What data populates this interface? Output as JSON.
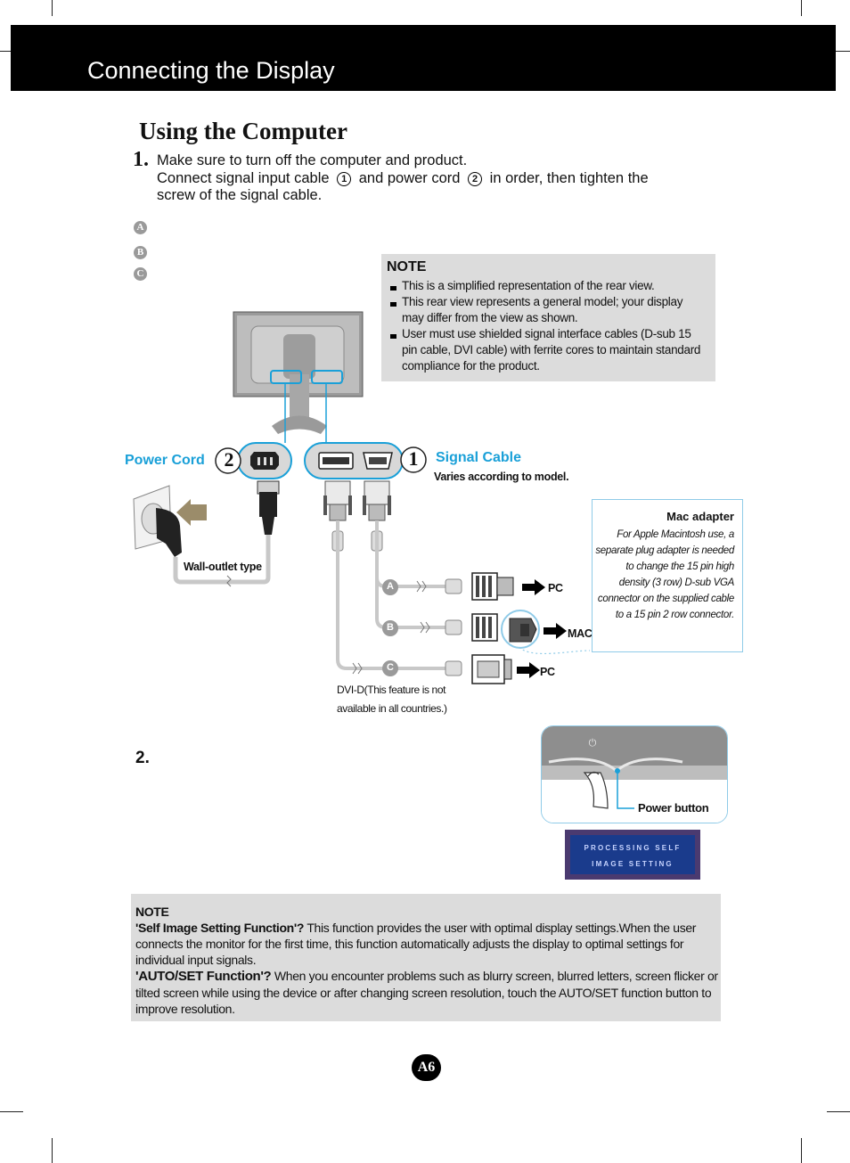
{
  "header": {
    "title": "Connecting the Display"
  },
  "section": {
    "title": "Using the Computer"
  },
  "step1": {
    "number": "1.",
    "line1": "Make sure to turn off the computer and  product.",
    "line2_a": "Connect signal input cable",
    "marker1": "1",
    "line2_b": "and power cord",
    "marker2": "2",
    "line2_c": "in order, then tighten the",
    "line3": "screw of the signal cable."
  },
  "options": [
    "A",
    "B",
    "C"
  ],
  "note": {
    "title": "NOTE",
    "items": [
      "This is a simplified representation of the rear view.",
      "This rear view represents a general model; your display may differ from the view as shown.",
      "User must use shielded signal interface cables (D-sub 15 pin cable, DVI cable) with ferrite cores to maintain standard compliance for the product."
    ]
  },
  "diagram": {
    "power_cord_label": "Power Cord",
    "power_cord_num": "2",
    "signal_cable_num": "1",
    "signal_cable_label": "Signal Cable",
    "varies_label": "Varies according to model.",
    "wall_outlet_label": "Wall-outlet type",
    "cable_a_badge": "A",
    "cable_b_badge": "B",
    "cable_c_badge": "C",
    "cable_a_target": "PC",
    "cable_b_target": "MAC",
    "cable_c_target": "PC",
    "dvi_note": "DVI-D(This feature is not available in all countries.)"
  },
  "mac_adapter": {
    "title": "Mac adapter",
    "text": "For Apple Macintosh use, a separate plug adapter is needed to change the 15 pin high density (3 row) D-sub VGA connector on the supplied cable to a 15 pin  2 row connector."
  },
  "step2": {
    "number": "2.",
    "power_button_label": "Power button",
    "power_symbol": "⏻",
    "screen_line1": "PROCESSING SELF",
    "screen_line2": "IMAGE SETTING"
  },
  "note2": {
    "title": "NOTE",
    "q1": "'Self Image Setting Function'?",
    "a1": "This function provides the user with optimal display settings.When the user connects the monitor for the first time, this function automatically adjusts the display to optimal settings for individual input signals.",
    "q2": "'AUTO/SET Function'?",
    "a2": "When you encounter problems such as blurry screen, blurred letters, screen flicker or tilted screen while using the device or after changing screen resolution, touch the AUTO/SET function button to improve resolution."
  },
  "footer": {
    "page_number": "A6"
  },
  "colors": {
    "accent_blue": "#1aa0d8",
    "note_bg": "#dcdcdc",
    "header_bg": "#000000"
  }
}
